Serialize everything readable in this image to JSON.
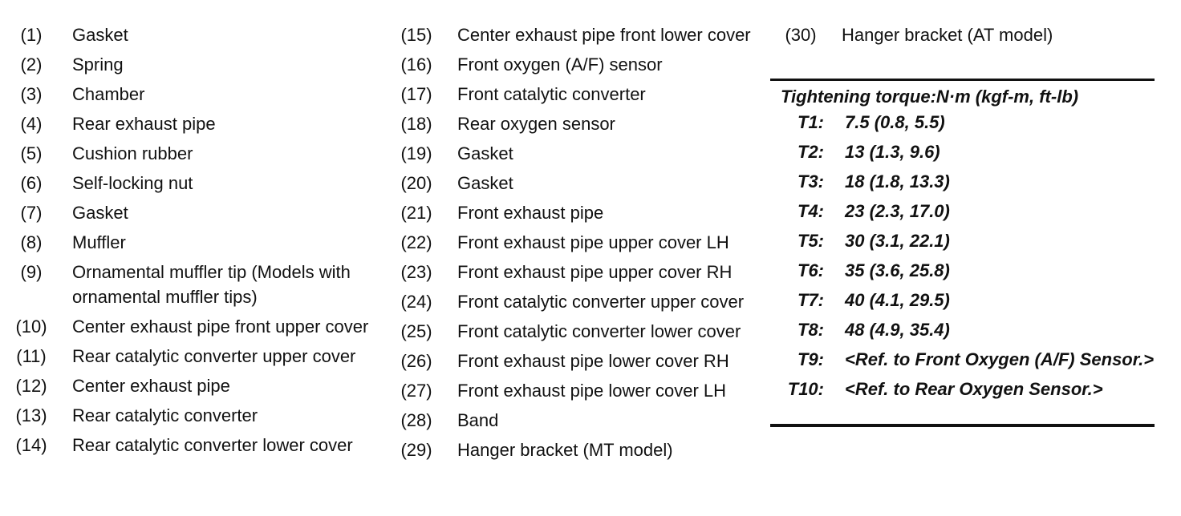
{
  "parts": {
    "column1": [
      {
        "num": "(1)",
        "name": "Gasket"
      },
      {
        "num": "(2)",
        "name": "Spring"
      },
      {
        "num": "(3)",
        "name": "Chamber"
      },
      {
        "num": "(4)",
        "name": "Rear exhaust pipe"
      },
      {
        "num": "(5)",
        "name": "Cushion rubber"
      },
      {
        "num": "(6)",
        "name": "Self-locking nut"
      },
      {
        "num": "(7)",
        "name": "Gasket"
      },
      {
        "num": "(8)",
        "name": "Muffler"
      },
      {
        "num": "(9)",
        "name": "Ornamental muffler tip (Models with ornamental muffler tips)"
      },
      {
        "num": "(10)",
        "name": "Center exhaust pipe front upper cover"
      },
      {
        "num": "(11)",
        "name": "Rear catalytic converter upper cover"
      },
      {
        "num": "(12)",
        "name": "Center exhaust pipe"
      },
      {
        "num": "(13)",
        "name": "Rear catalytic converter"
      },
      {
        "num": "(14)",
        "name": "Rear catalytic converter lower cover"
      }
    ],
    "column2": [
      {
        "num": "(15)",
        "name": "Center exhaust pipe front lower cover"
      },
      {
        "num": "(16)",
        "name": "Front oxygen (A/F) sensor"
      },
      {
        "num": "(17)",
        "name": "Front catalytic converter"
      },
      {
        "num": "(18)",
        "name": "Rear oxygen sensor"
      },
      {
        "num": "(19)",
        "name": "Gasket"
      },
      {
        "num": "(20)",
        "name": "Gasket"
      },
      {
        "num": "(21)",
        "name": "Front exhaust pipe"
      },
      {
        "num": "(22)",
        "name": "Front exhaust pipe upper cover LH"
      },
      {
        "num": "(23)",
        "name": "Front exhaust pipe upper cover RH"
      },
      {
        "num": "(24)",
        "name": "Front catalytic converter upper cover"
      },
      {
        "num": "(25)",
        "name": "Front catalytic converter lower cover"
      },
      {
        "num": "(26)",
        "name": "Front exhaust pipe lower cover RH"
      },
      {
        "num": "(27)",
        "name": "Front exhaust pipe lower cover LH"
      },
      {
        "num": "(28)",
        "name": "Band"
      },
      {
        "num": "(29)",
        "name": "Hanger bracket (MT model)"
      }
    ],
    "column3": [
      {
        "num": "(30)",
        "name": "Hanger bracket (AT model)"
      }
    ]
  },
  "torque": {
    "title": "Tightening torque:N·m (kgf-m, ft-lb)",
    "rows": [
      {
        "key": "T1:",
        "value": "7.5 (0.8, 5.5)"
      },
      {
        "key": "T2:",
        "value": "13 (1.3, 9.6)"
      },
      {
        "key": "T3:",
        "value": "18 (1.8, 13.3)"
      },
      {
        "key": "T4:",
        "value": "23 (2.3, 17.0)"
      },
      {
        "key": "T5:",
        "value": "30 (3.1, 22.1)"
      },
      {
        "key": "T6:",
        "value": "35 (3.6, 25.8)"
      },
      {
        "key": "T7:",
        "value": "40 (4.1, 29.5)"
      },
      {
        "key": "T8:",
        "value": "48 (4.9, 35.4)"
      },
      {
        "key": "T9:",
        "value": "<Ref. to Front Oxygen (A/F) Sensor.>"
      },
      {
        "key": "T10:",
        "value": "<Ref. to Rear Oxygen Sensor.>"
      }
    ]
  }
}
